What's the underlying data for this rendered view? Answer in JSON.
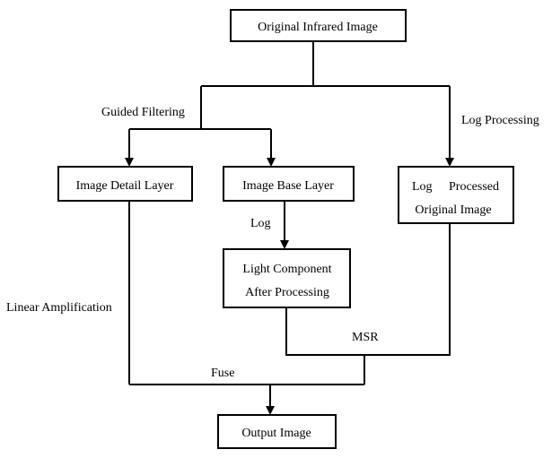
{
  "nodes": {
    "original": "Original Infrared Image",
    "detail": "Image Detail Layer",
    "base": "Image Base Layer",
    "log_processed_line1_left": "Log",
    "log_processed_line1_right": "Processed",
    "log_processed_line2": "Original Image",
    "light_line1": "Light Component",
    "light_line2": "After Processing",
    "output": "Output Image"
  },
  "edges": {
    "guided_filtering": "Guided Filtering",
    "log_processing": "Log Processing",
    "log": "Log",
    "linear_amplification": "Linear Amplification",
    "msr": "MSR",
    "fuse": "Fuse"
  },
  "colors": {
    "stroke": "#000000",
    "background": "#ffffff"
  }
}
